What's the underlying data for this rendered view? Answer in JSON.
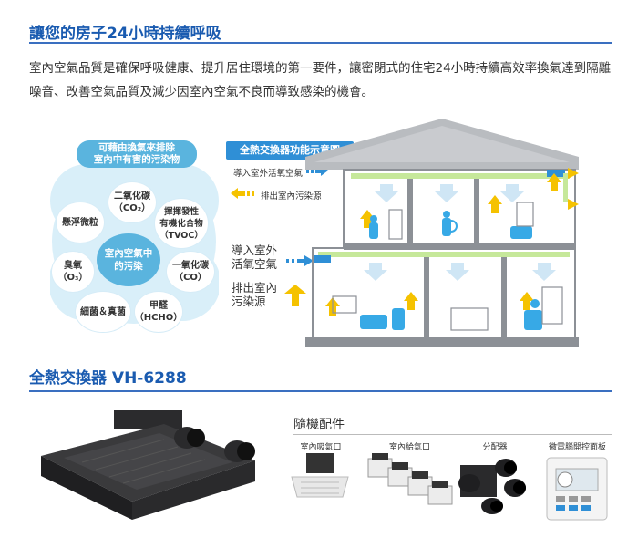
{
  "section1": {
    "title": "讓您的房子24小時持續呼吸",
    "intro": "室內空氣品質是確保呼吸健康、提升居住環境的第一要件，讓密閉式的住宅24小時持續高效率換氣達到隔離噪音、改善空氣品質及減少因室內空氣不良而導致感染的機會。"
  },
  "pollutants": {
    "caption_line1": "可藉由換氣來排除",
    "caption_line2": "室內中有害的污染物",
    "center_line1": "室內空氣中",
    "center_line2": "的污染",
    "items": [
      {
        "line1": "二氧化碳",
        "line2": "（CO₂）"
      },
      {
        "line1": "懸浮微粒",
        "line2": ""
      },
      {
        "line1": "揮揮發性",
        "line2": "有機化合物",
        "line3": "（TVOC）"
      },
      {
        "line1": "臭氧",
        "line2": "（O₃）"
      },
      {
        "line1": "一氧化碳",
        "line2": "（CO）"
      },
      {
        "line1": "細菌＆真菌",
        "line2": ""
      },
      {
        "line1": "甲醛",
        "line2": "（HCHO）"
      }
    ]
  },
  "diagram": {
    "title": "全熱交換器功能示意圖",
    "legend_in": "導入室外活氧空氣",
    "legend_out": "排出室內污染源",
    "label_in_line1": "導入室外",
    "label_in_line2": "活氧空氣",
    "label_out_line1": "排出室內",
    "label_out_line2": "污染源"
  },
  "section2": {
    "title": "全熱交換器 VH-6288"
  },
  "accessories": {
    "title": "隨機配件",
    "items": [
      "室內吸氣口",
      "室內給氣口",
      "分配器",
      "微電腦開控面板"
    ]
  },
  "colors": {
    "heading": "#1a5bb0",
    "blue_arrow": "#2f8fd6",
    "yellow_arrow": "#f5c200",
    "cloud": "#d9eff9",
    "accent": "#5ab4de"
  }
}
